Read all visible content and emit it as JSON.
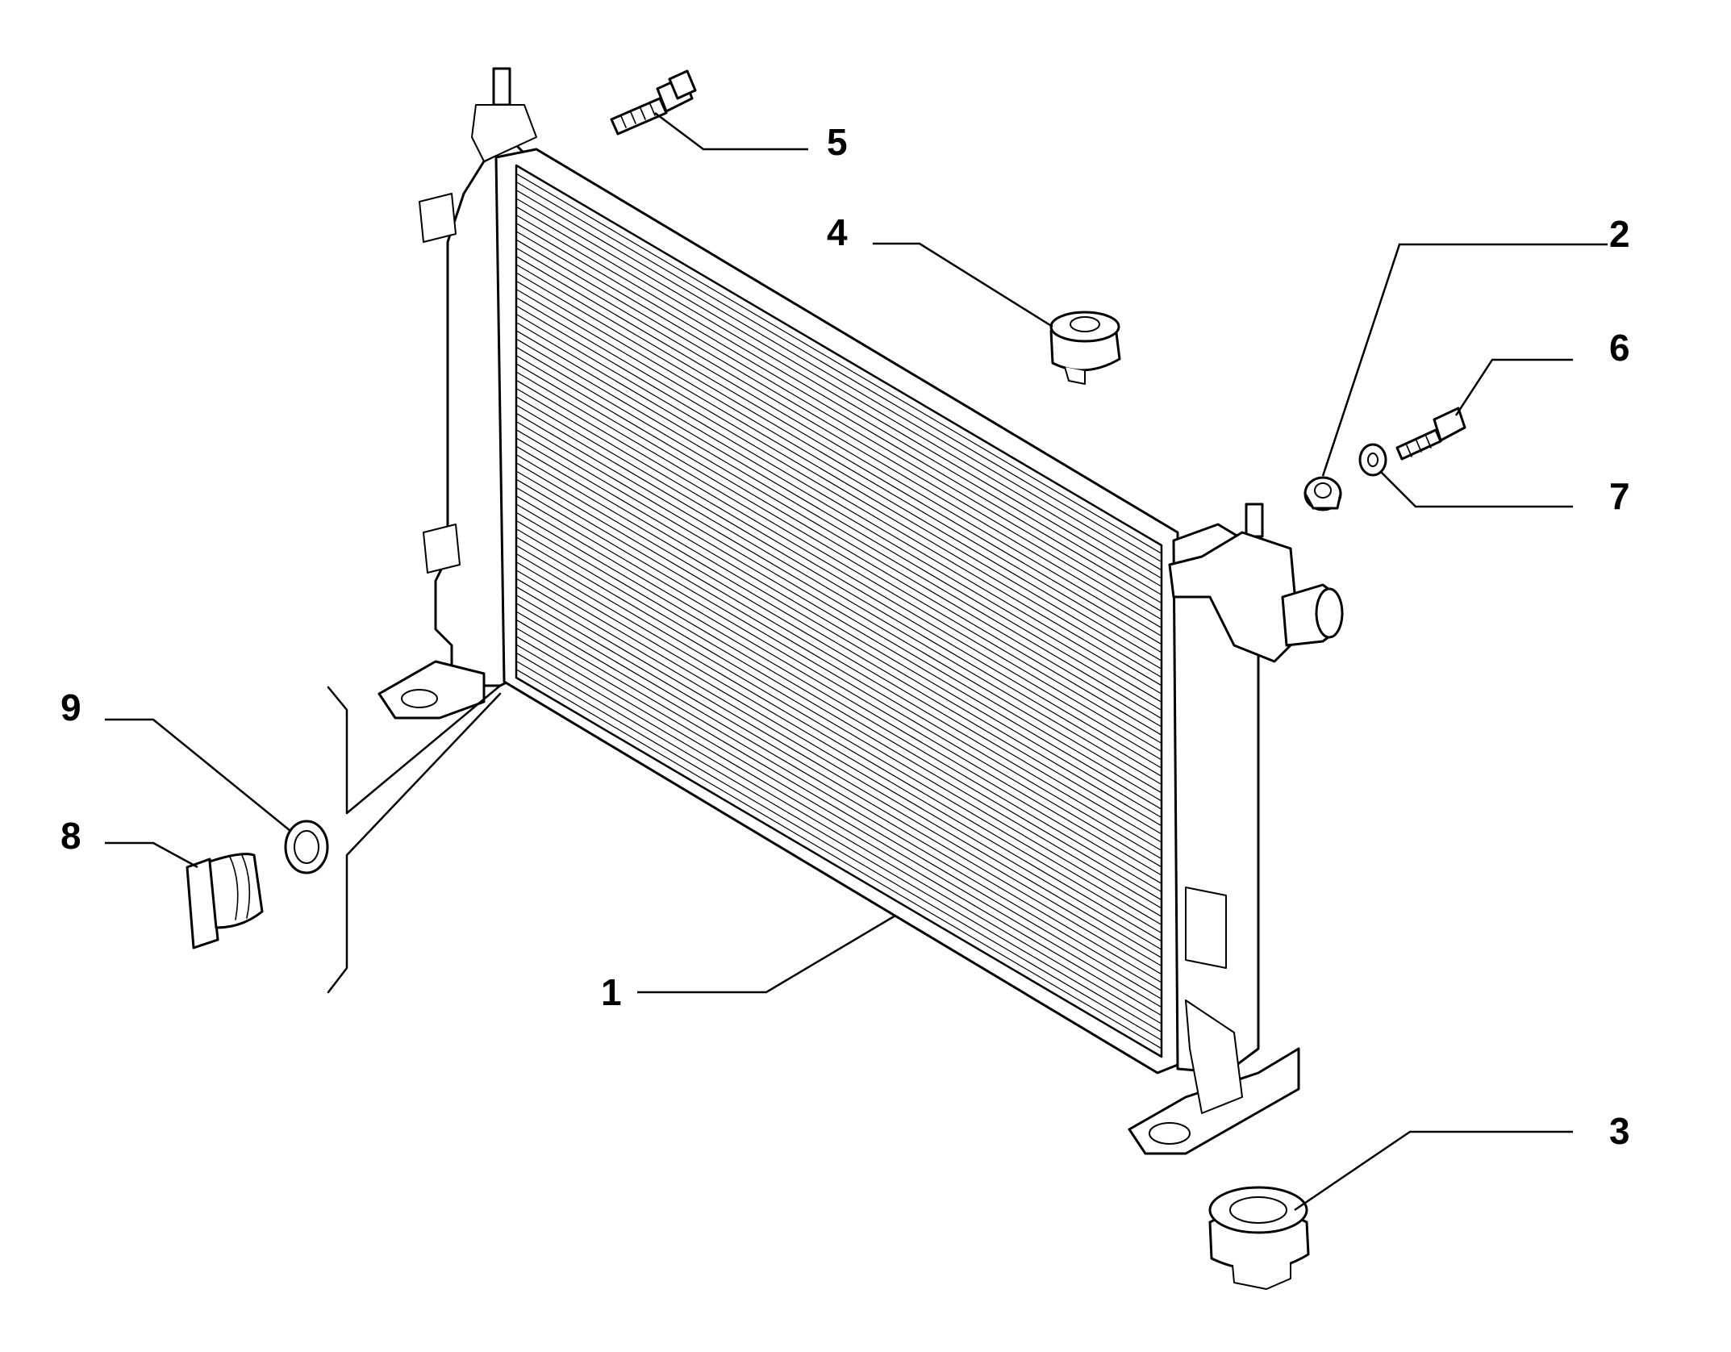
{
  "colors": {
    "line": "#000000",
    "background": "#ffffff"
  },
  "callouts": [
    {
      "id": "1",
      "label": "1"
    },
    {
      "id": "2",
      "label": "2"
    },
    {
      "id": "3",
      "label": "3"
    },
    {
      "id": "4",
      "label": "4"
    },
    {
      "id": "5",
      "label": "5"
    },
    {
      "id": "6",
      "label": "6"
    },
    {
      "id": "7",
      "label": "7"
    },
    {
      "id": "8",
      "label": "8"
    },
    {
      "id": "9",
      "label": "9"
    }
  ]
}
